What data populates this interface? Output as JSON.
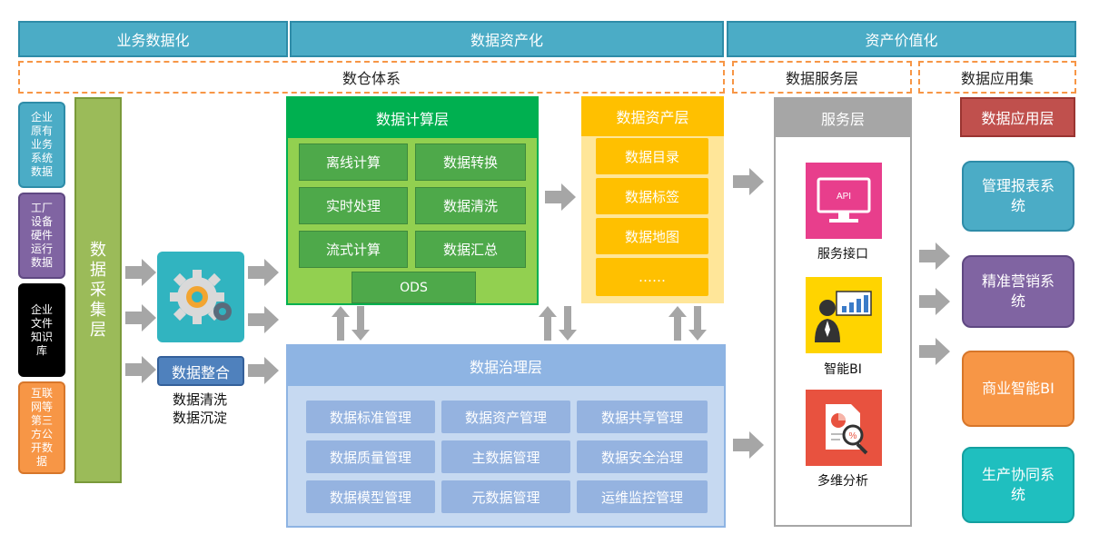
{
  "top_headers": {
    "digitize": "业务数据化",
    "assetize": "数据资产化",
    "valorize": "资产价值化"
  },
  "sub_headers": {
    "warehouse": "数仓体系",
    "service_layer": "数据服务层",
    "app_set": "数据应用集"
  },
  "sources": [
    {
      "label": "企业原有业务系统数据",
      "color": "#4bacc6"
    },
    {
      "label": "工厂设备硬件运行数据",
      "color": "#8064a2"
    },
    {
      "label": "企业文件知识库",
      "color": "#000000"
    },
    {
      "label": "互联网等第三方公开数据",
      "color": "#f79646"
    }
  ],
  "collect_layer": "数据采集层",
  "integration": {
    "label": "数据整合",
    "notes": [
      "数据清洗",
      "数据沉淀"
    ],
    "icon": "gear-icon"
  },
  "compute_layer": {
    "title": "数据计算层",
    "cells": [
      "离线计算",
      "数据转换",
      "实时处理",
      "数据清洗",
      "流式计算",
      "数据汇总"
    ],
    "ods": "ODS"
  },
  "asset_layer": {
    "title": "数据资产层",
    "items": [
      "数据目录",
      "数据标签",
      "数据地图",
      "……"
    ]
  },
  "governance_layer": {
    "title": "数据治理层",
    "cells": [
      "数据标准管理",
      "数据资产管理",
      "数据共享管理",
      "数据质量管理",
      "主数据管理",
      "数据安全治理",
      "数据模型管理",
      "元数据管理",
      "运维监控管理"
    ]
  },
  "service_layer": {
    "title": "服务层",
    "items": [
      {
        "label": "服务接口",
        "icon": "api-monitor-icon",
        "color": "#e83e8c"
      },
      {
        "label": "智能BI",
        "icon": "bi-presenter-icon",
        "color": "#ffd400"
      },
      {
        "label": "多维分析",
        "icon": "report-magnifier-icon",
        "color": "#e8523f"
      }
    ],
    "api_text": "API"
  },
  "app_layer": {
    "title": "数据应用层",
    "apps": [
      {
        "label": "管理报表系统",
        "color": "#4bacc6"
      },
      {
        "label": "精准营销系统",
        "color": "#8064a2"
      },
      {
        "label": "商业智能BI",
        "color": "#f79646"
      },
      {
        "label": "生产协同系统",
        "color": "#1fbfbf"
      }
    ]
  }
}
